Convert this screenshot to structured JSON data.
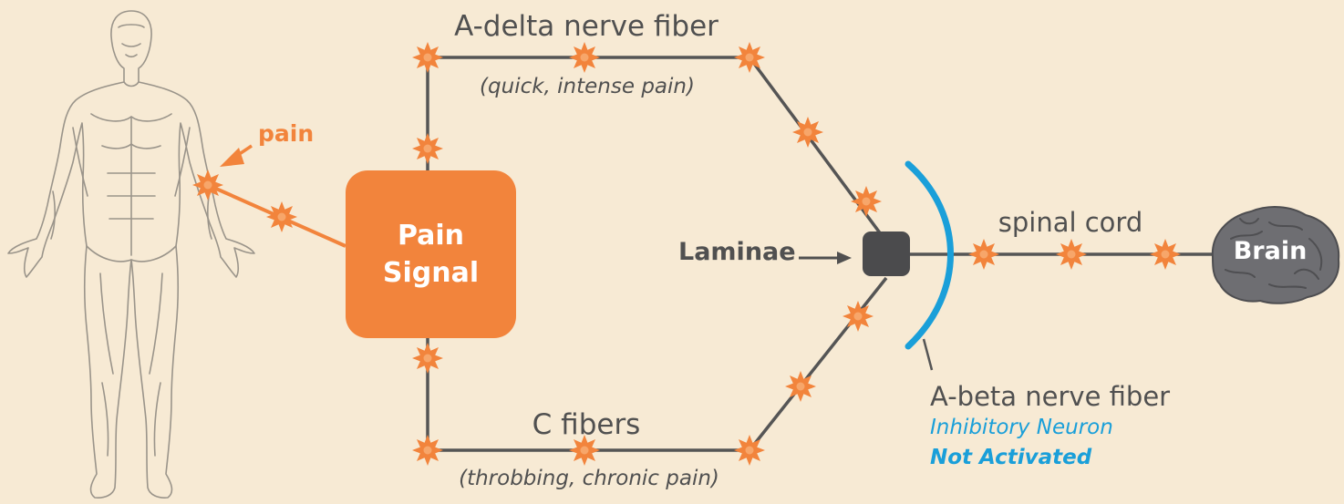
{
  "colors": {
    "background": "#f7ead4",
    "accent_orange": "#f2843c",
    "nerve_gray": "#555555",
    "inhibitory_blue": "#1a9fd9",
    "laminae_dark": "#4b4b4d",
    "brain_gray": "#6e6e72"
  },
  "labels": {
    "a_delta": "A-delta nerve fiber",
    "a_delta_desc": "(quick, intense pain)",
    "c_fibers": "C fibers",
    "c_fibers_desc": "(throbbing, chronic pain)",
    "pain": "pain",
    "pain_signal_line1": "Pain",
    "pain_signal_line2": "Signal",
    "laminae": "Laminae",
    "spinal_cord": "spinal cord",
    "brain": "Brain",
    "a_beta": "A-beta nerve fiber",
    "inhibitory": "Inhibitory Neuron",
    "not_activated": "Not Activated"
  },
  "icons": {
    "body": "human-anatomy-figure",
    "signal_marker": "starburst",
    "brain": "brain-icon"
  }
}
